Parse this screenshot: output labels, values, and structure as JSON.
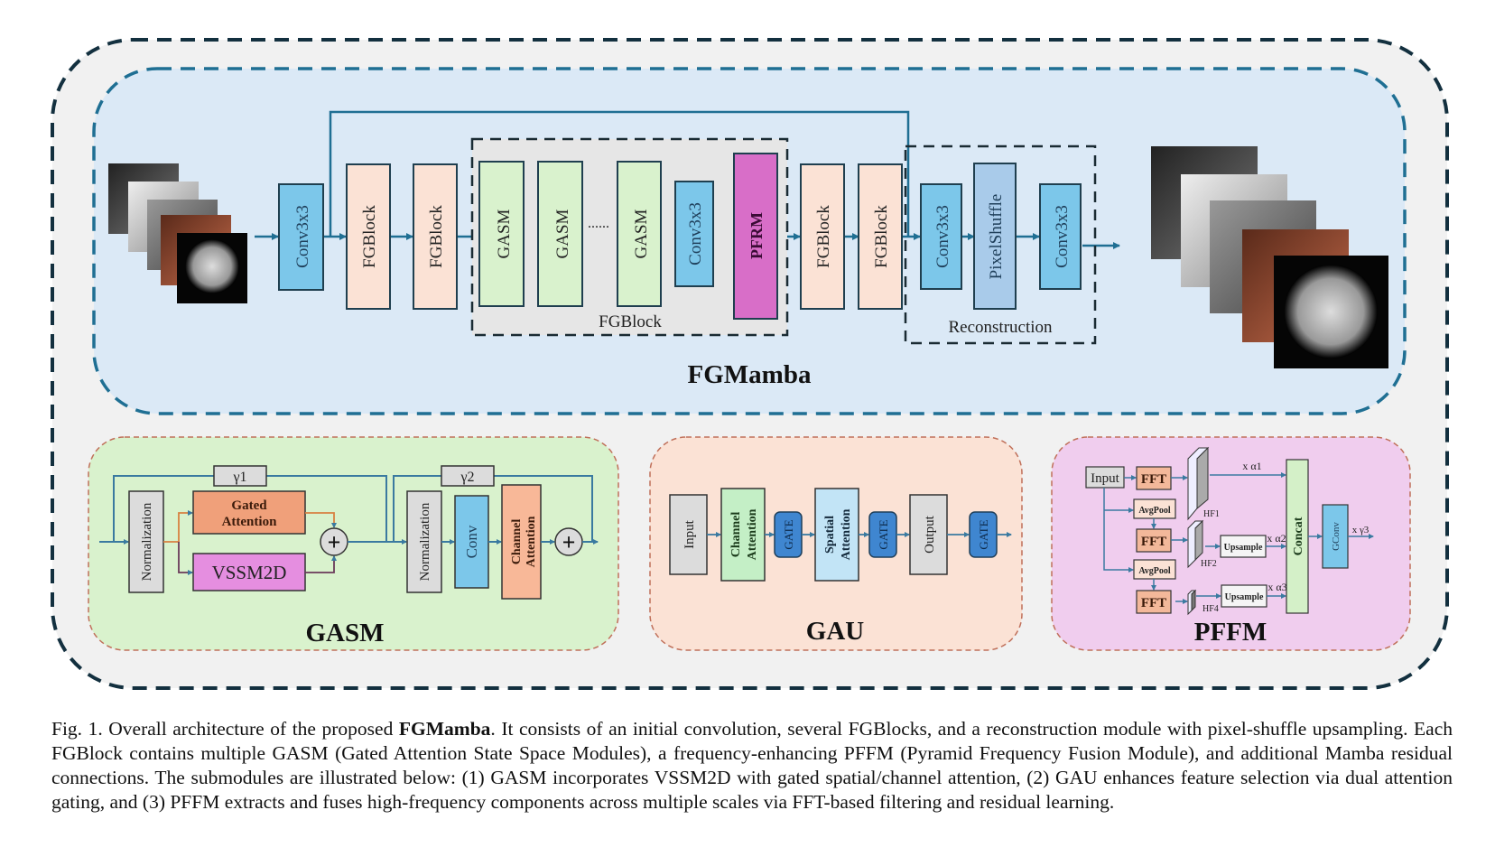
{
  "figure": {
    "title": "FGMamba",
    "colors": {
      "outer_bg": "#f1f1f1",
      "outer_border": "#13303f",
      "main_bg": "#dbe9f6",
      "main_border": "#1f6f93",
      "arrow": "#1f6f93",
      "conv": "#7cc7ea",
      "fgblock": "#fbe2d5",
      "gasm": "#d9f2cd",
      "pfrm": "#d86ec8",
      "pixelshuffle": "#a9cbea",
      "inner_gray": "#e6e6e6"
    },
    "main_pipeline": {
      "input_images_icon": "medical-image-stack",
      "output_images_icon": "medical-image-stack",
      "blocks": [
        {
          "label": "Conv3x3",
          "type": "conv"
        },
        {
          "label": "FGBlock",
          "type": "fgblock"
        },
        {
          "label": "FGBlock",
          "type": "fgblock"
        },
        {
          "label": "FGBlock",
          "type": "fgblock"
        },
        {
          "label": "FGBlock",
          "type": "fgblock"
        }
      ],
      "fgblock_group": {
        "label": "FGBlock",
        "items": [
          "GASM",
          "GASM",
          "GASM",
          "Conv3x3",
          "PFRM"
        ],
        "ellipsis": "......"
      },
      "reconstruction_group": {
        "label": "Reconstruction",
        "items": [
          "Conv3x3",
          "PixelShuffle",
          "Conv3x3"
        ]
      }
    },
    "gasm": {
      "title": "GASM",
      "gamma1": "γ1",
      "gamma2": "γ2",
      "normalization": "Normalization",
      "gated_attention_line1": "Gated",
      "gated_attention_line2": "Attention",
      "vssm": "VSSM2D",
      "conv": "Conv",
      "channel_attention_line1": "Channel",
      "channel_attention_line2": "Attention",
      "plus": "+"
    },
    "gau": {
      "title": "GAU",
      "input": "Input",
      "channel_attention_line1": "Channel",
      "channel_attention_line2": "Attention",
      "gate": "GATE",
      "spatial_attention_line1": "Spatial",
      "spatial_attention_line2": "Attention",
      "output": "Output"
    },
    "pffm": {
      "title": "PFFM",
      "input": "Input",
      "fft": "FFT",
      "avgpool": "AvgPool",
      "upsample": "Upsample",
      "concat": "Concat",
      "gconv": "GConv",
      "hf1": "HF1",
      "hf2": "HF2",
      "hf4": "HF4",
      "alpha1": "x α1",
      "alpha2": "x α2",
      "alpha3": "x α3",
      "gamma3": "x γ3"
    }
  },
  "caption": {
    "prefix": "Fig. 1.  Overall architecture of the proposed ",
    "bold": "FGMamba",
    "rest": ". It consists of an initial convolution, several FGBlocks, and a reconstruction module with pixel-shuffle upsampling. Each FGBlock contains multiple GASM (Gated Attention State Space Modules), a frequency-enhancing PFFM (Pyramid Frequency Fusion Module), and additional Mamba residual connections. The submodules are illustrated below: (1) GASM incorporates VSSM2D with gated spatial/channel attention, (2) GAU enhances feature selection via dual attention gating, and (3) PFFM extracts and fuses high-frequency components across multiple scales via FFT-based filtering and residual learning."
  }
}
